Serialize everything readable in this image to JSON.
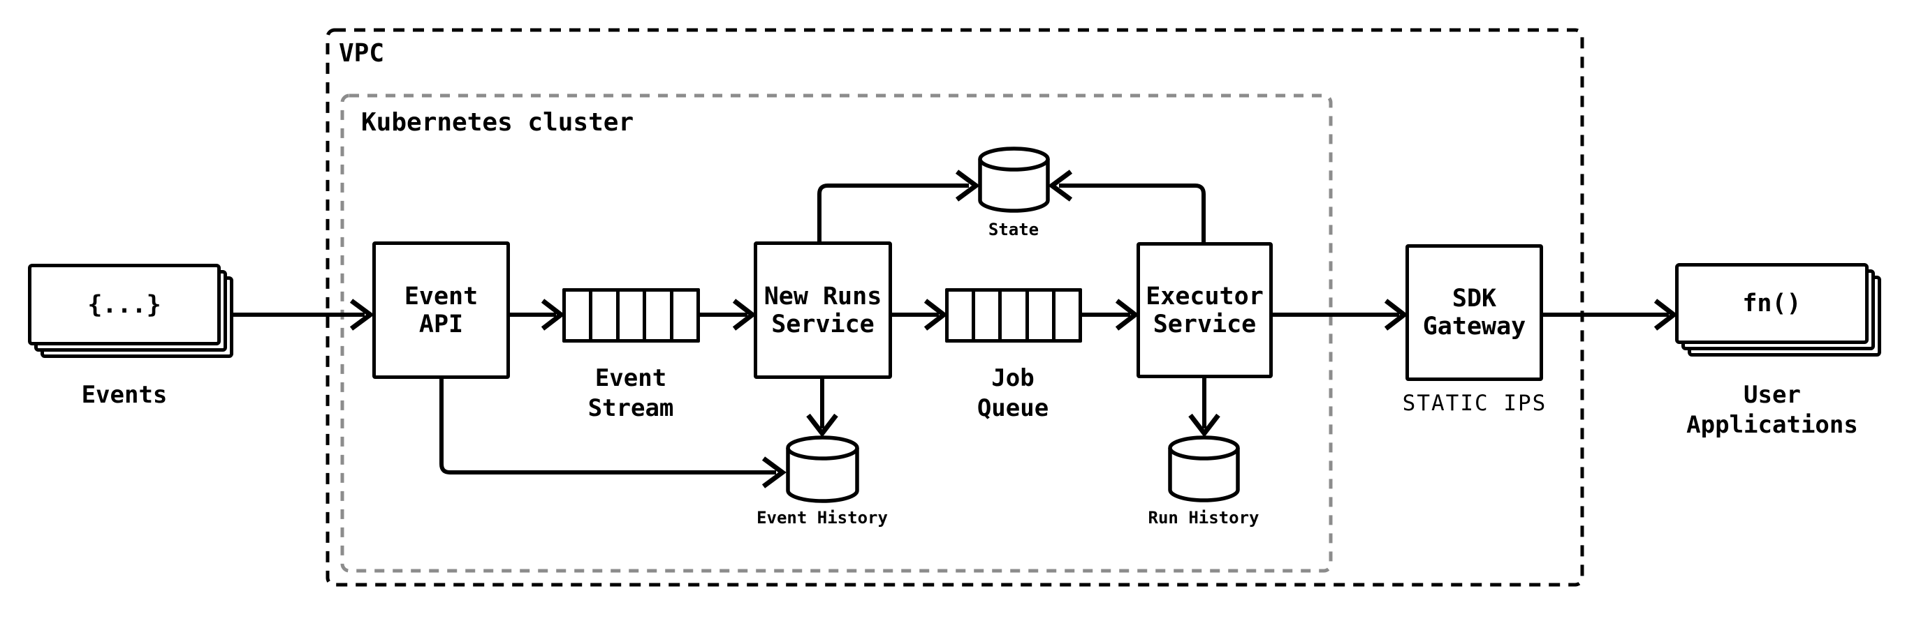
{
  "diagram": {
    "containers": {
      "vpc": {
        "label": "VPC"
      },
      "kubernetes": {
        "label": "Kubernetes cluster"
      }
    },
    "external": {
      "events": {
        "box_text": "{...}",
        "label": "Events"
      },
      "user_applications": {
        "box_text": "fn()",
        "label_line1": "User",
        "label_line2": "Applications"
      }
    },
    "services": {
      "event_api": {
        "line1": "Event",
        "line2": "API"
      },
      "new_runs_service": {
        "line1": "New Runs",
        "line2": "Service"
      },
      "executor_service": {
        "line1": "Executor",
        "line2": "Service"
      },
      "sdk_gateway": {
        "line1": "SDK",
        "line2": "Gateway",
        "sublabel": "STATIC IPS"
      }
    },
    "queues": {
      "event_stream": {
        "label_line1": "Event",
        "label_line2": "Stream",
        "cells": 5
      },
      "job_queue": {
        "label_line1": "Job",
        "label_line2": "Queue",
        "cells": 5
      }
    },
    "datastores": {
      "state": {
        "label": "State"
      },
      "event_history": {
        "label": "Event History"
      },
      "run_history": {
        "label": "Run History"
      }
    },
    "connections": [
      {
        "from": "Events",
        "to": "Event API"
      },
      {
        "from": "Event API",
        "to": "Event Stream"
      },
      {
        "from": "Event Stream",
        "to": "New Runs Service"
      },
      {
        "from": "New Runs Service",
        "to": "Job Queue"
      },
      {
        "from": "Job Queue",
        "to": "Executor Service"
      },
      {
        "from": "New Runs Service",
        "to": "State"
      },
      {
        "from": "Executor Service",
        "to": "State"
      },
      {
        "from": "Event API",
        "to": "Event History"
      },
      {
        "from": "New Runs Service",
        "to": "Event History"
      },
      {
        "from": "Executor Service",
        "to": "Run History"
      },
      {
        "from": "Executor Service",
        "to": "SDK Gateway"
      },
      {
        "from": "SDK Gateway",
        "to": "User Applications"
      }
    ],
    "colors": {
      "line": "#000000",
      "cluster_border": "#8c8c8c",
      "background": "#ffffff"
    }
  }
}
